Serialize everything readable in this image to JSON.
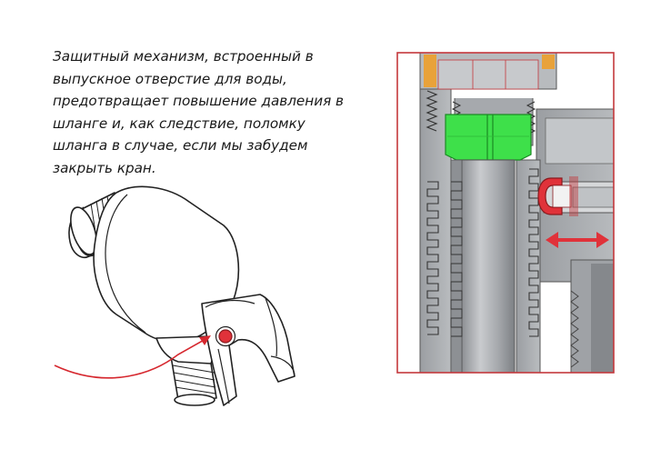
{
  "caption": {
    "lines": [
      "Защитный механизм, встроенный в",
      "выпускное отверстие для воды,",
      "предотвращает повышение давления в",
      "шланге и, как следствие, поломку",
      "шланга в случае, если мы забудем",
      "закрыть кран."
    ]
  },
  "colors": {
    "accent_red": "#e0323a",
    "valve_green": "#3ee04a",
    "frame_red": "#c4383c",
    "metal_gray": "#a9acb0",
    "thread_orange": "#e8a23a"
  },
  "icons": {
    "arrow_left": "double-arrow-icon",
    "pointer": "pointer-arrow-icon"
  }
}
